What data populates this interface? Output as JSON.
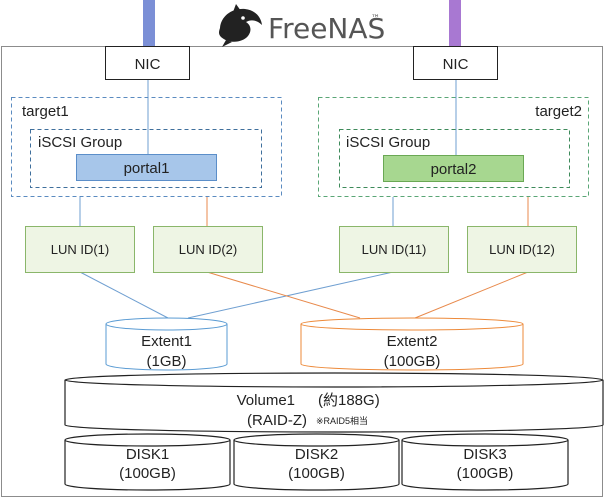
{
  "brand": {
    "name": "FreeNAS",
    "mark": "™"
  },
  "colors": {
    "nic1_bar": "#7b8fd6",
    "nic2_bar": "#a878d2",
    "blue_line": "#6f9fd1",
    "orange_line": "#e88a4c",
    "target1_border": "#5b8bc0",
    "target2_border": "#5aa676",
    "group1_border": "#3f6f9c",
    "group2_border": "#3d8a5a",
    "portal1_fill": "#a7c6ea",
    "portal1_border": "#5b8ec9",
    "portal2_fill": "#a7d790",
    "portal2_border": "#6aa854",
    "lun_fill": "#eef5e4",
    "lun_border": "#8ab66a",
    "extent1_border": "#5a9bd3",
    "extent2_border": "#ed8a3a",
    "volume_border": "#222222",
    "disk_border": "#222222"
  },
  "nics": [
    {
      "id": "nic1",
      "label": "NIC"
    },
    {
      "id": "nic2",
      "label": "NIC"
    }
  ],
  "targets": [
    {
      "id": "target1",
      "label": "target1",
      "group_label": "iSCSI Group",
      "portal_label": "portal1"
    },
    {
      "id": "target2",
      "label": "target2",
      "group_label": "iSCSI Group",
      "portal_label": "portal2"
    }
  ],
  "luns": [
    {
      "id": "lun1",
      "label": "LUN ID(1)"
    },
    {
      "id": "lun2",
      "label": "LUN ID(2)"
    },
    {
      "id": "lun11",
      "label": "LUN ID(11)"
    },
    {
      "id": "lun12",
      "label": "LUN ID(12)"
    }
  ],
  "extents": [
    {
      "id": "extent1",
      "name": "Extent1",
      "size": "(1GB)"
    },
    {
      "id": "extent2",
      "name": "Extent2",
      "size": "(100GB)"
    }
  ],
  "volume": {
    "name": "Volume1",
    "capacity": "(約188G)",
    "raid": "(RAID-Z)",
    "note": "※RAID5相当"
  },
  "disks": [
    {
      "id": "disk1",
      "name": "DISK1",
      "size": "(100GB)"
    },
    {
      "id": "disk2",
      "name": "DISK2",
      "size": "(100GB)"
    },
    {
      "id": "disk3",
      "name": "DISK3",
      "size": "(100GB)"
    }
  ],
  "links": [
    {
      "from": "nic1",
      "to": "portal1",
      "color": "blue"
    },
    {
      "from": "nic2",
      "to": "portal2",
      "color": "blue"
    },
    {
      "from": "target1",
      "to": "lun1",
      "color": "blue"
    },
    {
      "from": "target1",
      "to": "lun2",
      "color": "orange"
    },
    {
      "from": "target2",
      "to": "lun11",
      "color": "blue"
    },
    {
      "from": "target2",
      "to": "lun12",
      "color": "orange"
    },
    {
      "from": "lun1",
      "to": "extent1",
      "color": "blue"
    },
    {
      "from": "lun11",
      "to": "extent1",
      "color": "blue"
    },
    {
      "from": "lun2",
      "to": "extent2",
      "color": "orange"
    },
    {
      "from": "lun12",
      "to": "extent2",
      "color": "orange"
    }
  ]
}
